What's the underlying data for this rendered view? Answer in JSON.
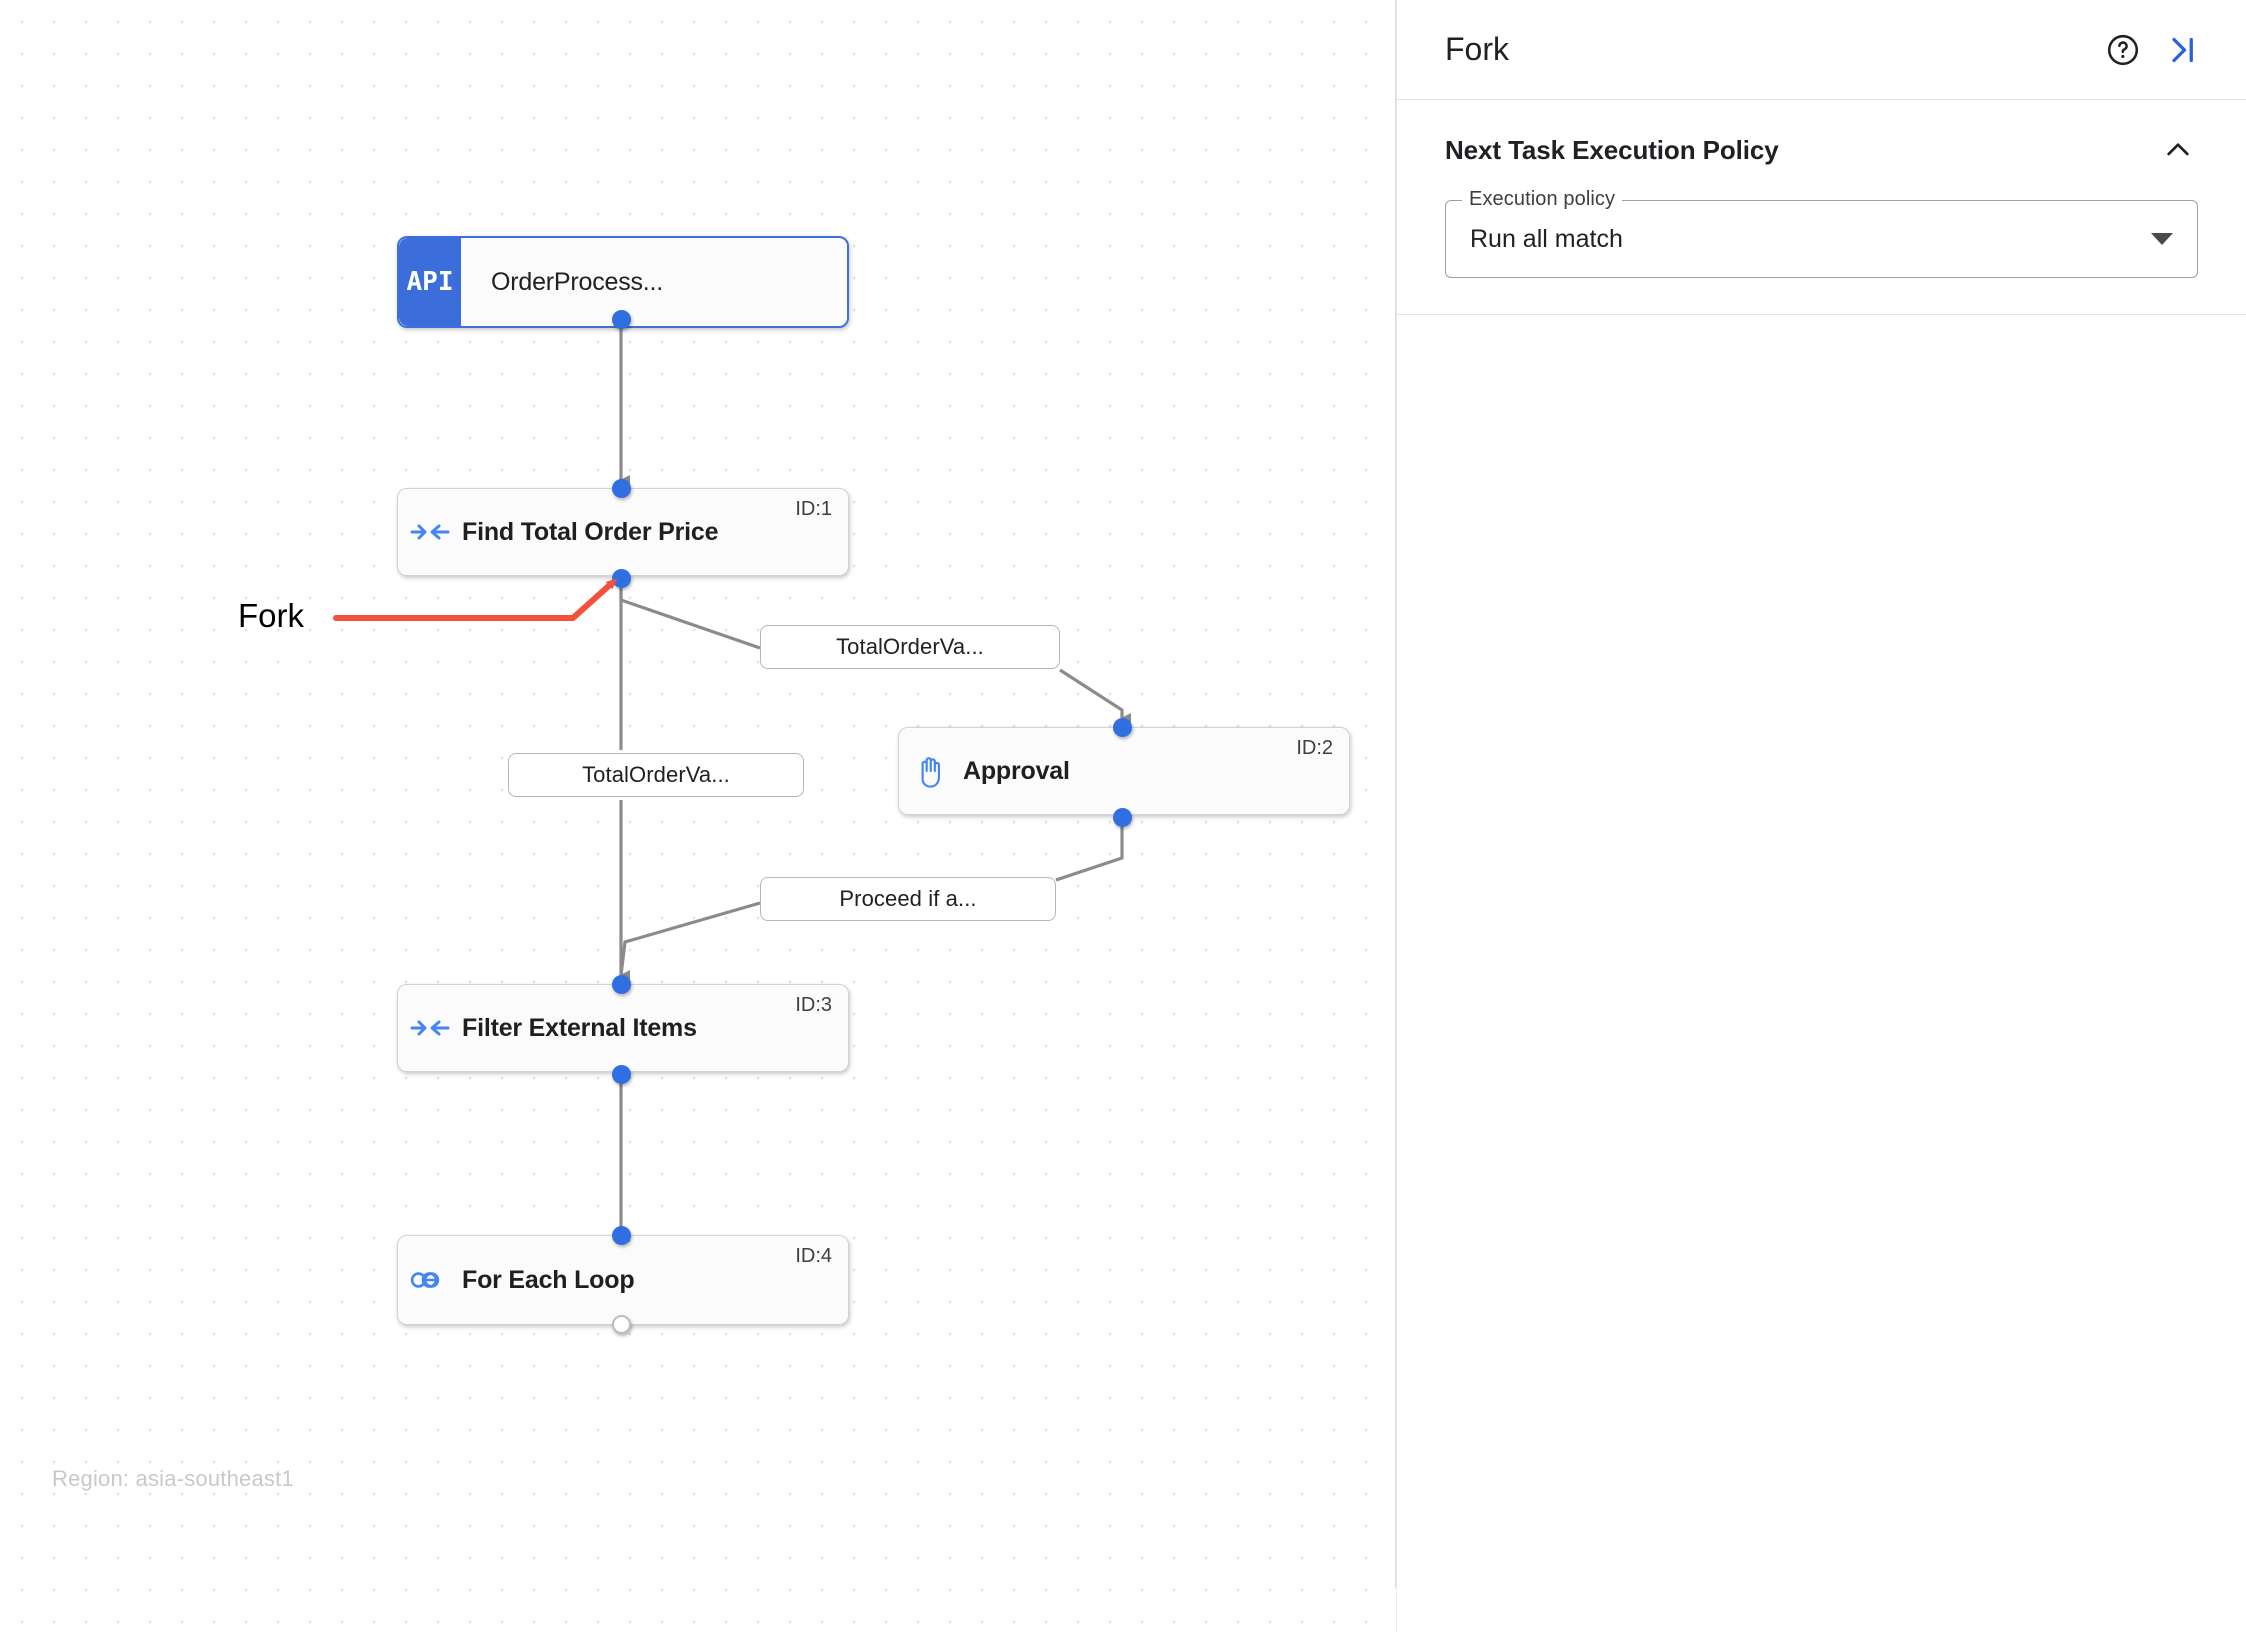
{
  "canvas": {
    "region_text": "Region: asia-southeast1",
    "annotation": {
      "label": "Fork",
      "color": "#f4503c"
    },
    "nodes": [
      {
        "id": "node-orderprocess",
        "badge": "API",
        "label": "OrderProcess...",
        "node_id": "",
        "icon": "api-badge",
        "selected": true
      },
      {
        "id": "node-find-total",
        "badge": "",
        "label": "Find Total Order Price",
        "node_id": "ID:1",
        "icon": "merge-arrows-icon",
        "selected": false
      },
      {
        "id": "node-approval",
        "badge": "",
        "label": "Approval",
        "node_id": "ID:2",
        "icon": "hand-icon",
        "selected": false
      },
      {
        "id": "node-filter-external",
        "badge": "",
        "label": "Filter External Items",
        "node_id": "ID:3",
        "icon": "merge-arrows-icon",
        "selected": false
      },
      {
        "id": "node-foreach",
        "badge": "",
        "label": "For Each Loop",
        "node_id": "ID:4",
        "icon": "infinity-icon",
        "selected": false
      }
    ],
    "edge_labels": [
      {
        "id": "edge-label-to-approval",
        "text": "TotalOrderVa..."
      },
      {
        "id": "edge-label-direct",
        "text": "TotalOrderVa..."
      },
      {
        "id": "edge-label-proceed",
        "text": "Proceed if a..."
      }
    ]
  },
  "panel": {
    "title": "Fork",
    "help_icon": "help-circle-icon",
    "collapse_icon": "collapse-panel-right-icon",
    "section": {
      "title": "Next Task Execution Policy",
      "chevron_icon": "chevron-up-icon",
      "field": {
        "legend": "Execution policy",
        "value": "Run all match",
        "arrow_icon": "chevron-down-icon"
      }
    }
  },
  "colors": {
    "accent_blue": "#3b6ddb",
    "port_blue": "#2f6fe0",
    "annotation_red": "#f4503c",
    "edge_gray": "#858585"
  }
}
